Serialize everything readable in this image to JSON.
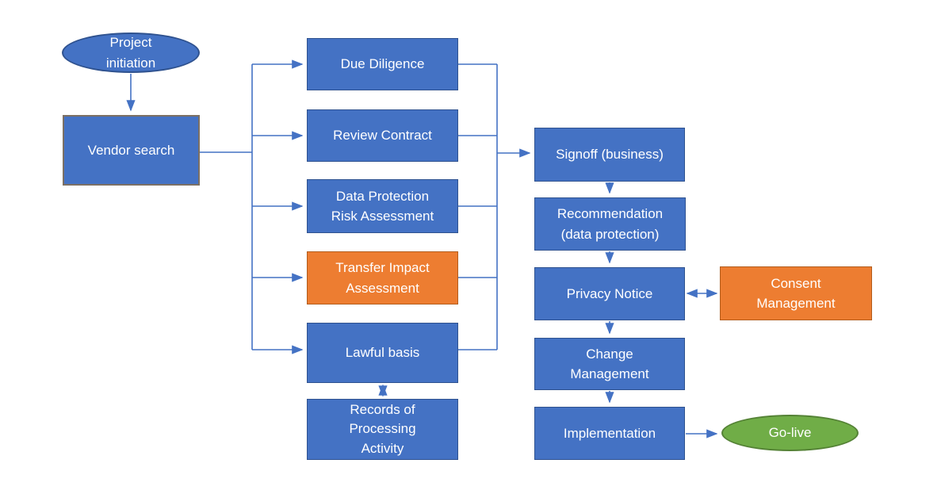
{
  "diagram": {
    "type": "flowchart",
    "background": "#ffffff",
    "colors": {
      "process_fill": "#4472C4",
      "process_border": "#2F528F",
      "highlight_fill": "#ED7D31",
      "highlight_border": "#B25C1C",
      "terminator_start_fill": "#4472C4",
      "terminator_end_fill": "#70AD47",
      "terminator_end_border": "#548235",
      "vendor_search_border": "#7C7064",
      "connector": "#4472C4",
      "text": "#ffffff"
    },
    "nodes": {
      "project_initiation": {
        "label": "Project\ninitiation",
        "shape": "ellipse",
        "color": "blue"
      },
      "vendor_search": {
        "label": "Vendor search",
        "shape": "rect",
        "color": "blue"
      },
      "due_diligence": {
        "label": "Due Diligence",
        "shape": "rect",
        "color": "blue"
      },
      "review_contract": {
        "label": "Review Contract",
        "shape": "rect",
        "color": "blue"
      },
      "dp_risk_assessment": {
        "label": "Data Protection\nRisk Assessment",
        "shape": "rect",
        "color": "blue"
      },
      "transfer_impact_assessment": {
        "label": "Transfer Impact\nAssessment",
        "shape": "rect",
        "color": "orange"
      },
      "lawful_basis": {
        "label": "Lawful basis",
        "shape": "rect",
        "color": "blue"
      },
      "records_of_processing_activity": {
        "label": "Records of\nProcessing\nActivity",
        "shape": "rect",
        "color": "blue"
      },
      "signoff_business": {
        "label": "Signoff (business)",
        "shape": "rect",
        "color": "blue"
      },
      "recommendation_data_protection": {
        "label": "Recommendation\n(data protection)",
        "shape": "rect",
        "color": "blue"
      },
      "privacy_notice": {
        "label": "Privacy Notice",
        "shape": "rect",
        "color": "blue"
      },
      "consent_management": {
        "label": "Consent\nManagement",
        "shape": "rect",
        "color": "orange"
      },
      "change_management": {
        "label": "Change\nManagement",
        "shape": "rect",
        "color": "blue"
      },
      "implementation": {
        "label": "Implementation",
        "shape": "rect",
        "color": "blue"
      },
      "go_live": {
        "label": "Go-live",
        "shape": "ellipse",
        "color": "green"
      }
    },
    "edges": [
      {
        "from": "project_initiation",
        "to": "vendor_search",
        "arrow": "single"
      },
      {
        "from": "vendor_search",
        "to": "due_diligence",
        "arrow": "single"
      },
      {
        "from": "vendor_search",
        "to": "review_contract",
        "arrow": "single"
      },
      {
        "from": "vendor_search",
        "to": "dp_risk_assessment",
        "arrow": "single"
      },
      {
        "from": "vendor_search",
        "to": "transfer_impact_assessment",
        "arrow": "single"
      },
      {
        "from": "vendor_search",
        "to": "lawful_basis",
        "arrow": "single"
      },
      {
        "from": "due_diligence",
        "to": "signoff_business",
        "arrow": "single"
      },
      {
        "from": "review_contract",
        "to": "signoff_business",
        "arrow": "single"
      },
      {
        "from": "dp_risk_assessment",
        "to": "signoff_business",
        "arrow": "single"
      },
      {
        "from": "transfer_impact_assessment",
        "to": "signoff_business",
        "arrow": "single"
      },
      {
        "from": "lawful_basis",
        "to": "signoff_business",
        "arrow": "single"
      },
      {
        "from": "lawful_basis",
        "to": "records_of_processing_activity",
        "arrow": "double"
      },
      {
        "from": "signoff_business",
        "to": "recommendation_data_protection",
        "arrow": "single"
      },
      {
        "from": "recommendation_data_protection",
        "to": "privacy_notice",
        "arrow": "single"
      },
      {
        "from": "privacy_notice",
        "to": "consent_management",
        "arrow": "double"
      },
      {
        "from": "privacy_notice",
        "to": "change_management",
        "arrow": "single"
      },
      {
        "from": "change_management",
        "to": "implementation",
        "arrow": "single"
      },
      {
        "from": "implementation",
        "to": "go_live",
        "arrow": "single"
      }
    ]
  }
}
